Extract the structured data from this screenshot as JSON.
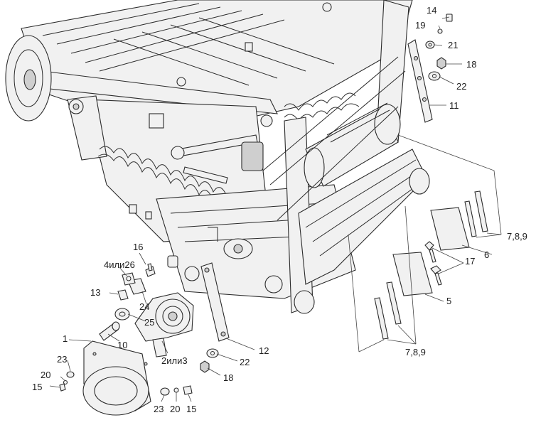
{
  "labels": {
    "l1": "1",
    "l4or26": "4или26",
    "l5": "5",
    "l6": "6",
    "l789_right": "7,8,9",
    "l789_bottom": "7,8,9",
    "l10": "10",
    "l11": "11",
    "l12": "12",
    "l13": "13",
    "l14": "14",
    "l15_left": "15",
    "l15_bottom": "15",
    "l16": "16",
    "l17": "17",
    "l18_top": "18",
    "l18_bottom": "18",
    "l19": "19",
    "l20_left": "20",
    "l20_bottom": "20",
    "l21": "21",
    "l22_top": "22",
    "l22_bottom": "22",
    "l23_left": "23",
    "l23_bottom": "23",
    "l24": "24",
    "l25": "25",
    "l2or3": "2или3"
  },
  "colors": {
    "line": "#2b2b2b",
    "fill": "#f1f1f1",
    "shade": "#cfcfcf"
  }
}
